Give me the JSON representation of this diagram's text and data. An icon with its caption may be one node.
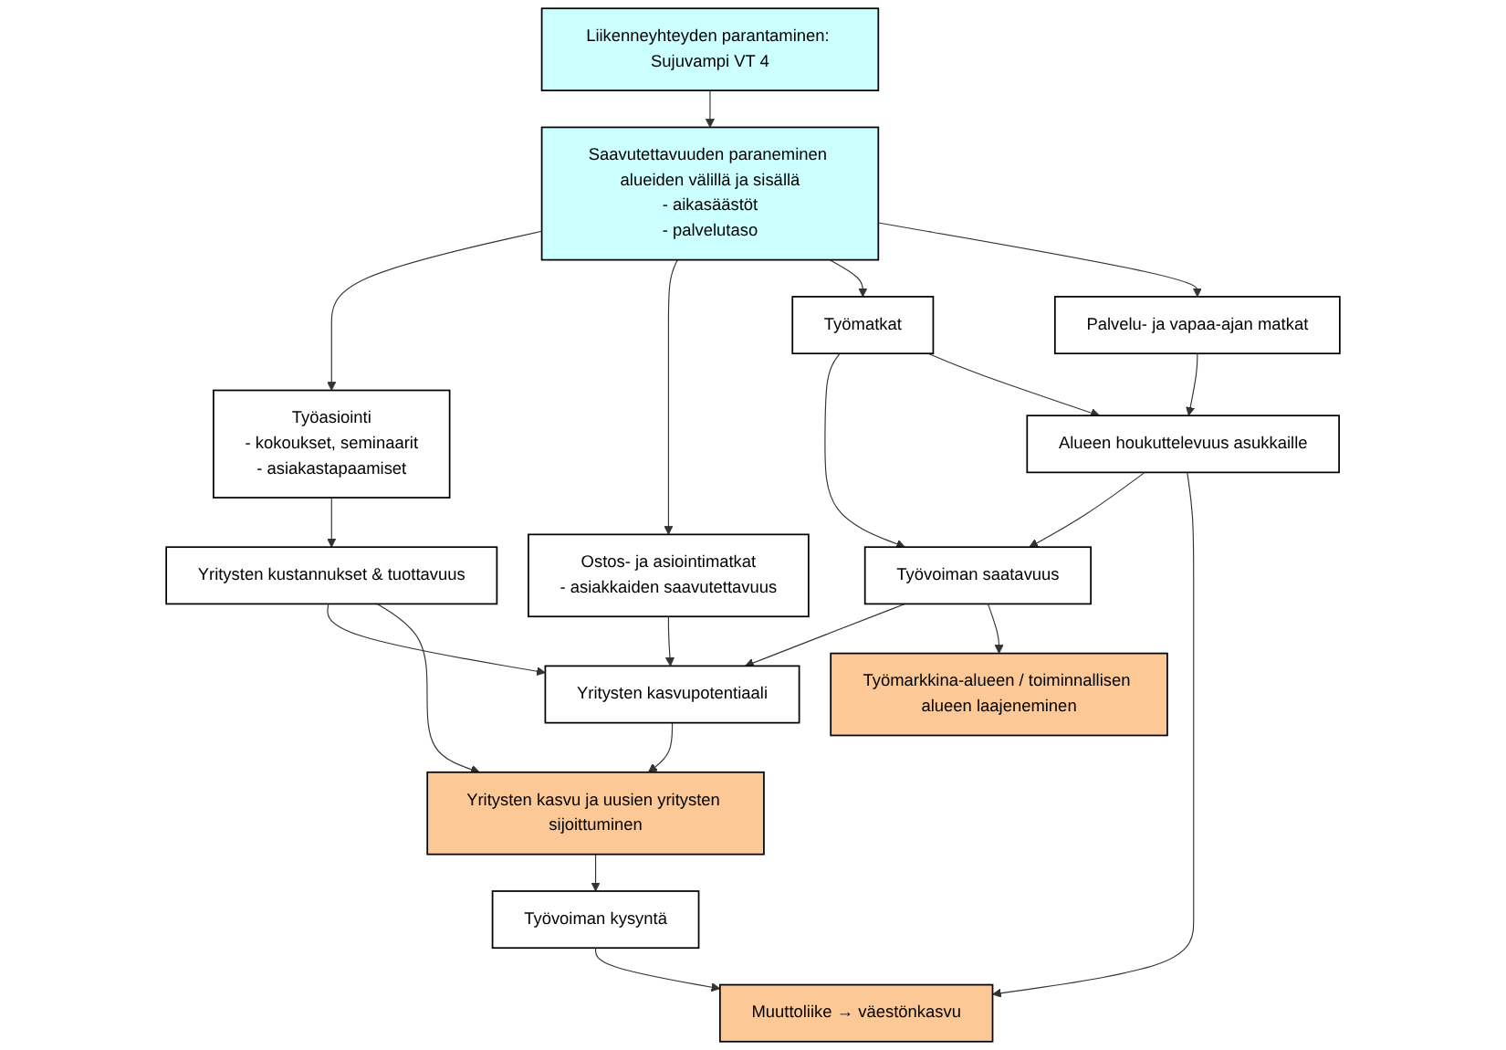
{
  "diagram": {
    "nodes": [
      {
        "text": [
          "Liikenneyhteyden parantaminen: Sujuvampi VT 4"
        ]
      },
      {
        "text": [
          "Saavutettavuuden paraneminen alueiden välillä ja sisällä",
          "- aikasäästöt",
          "- palvelutaso"
        ]
      },
      {
        "text": [
          "Työasiointi",
          "- kokoukset, seminaarit",
          "- asiakastapaamiset"
        ]
      },
      {
        "text": [
          "Ostos- ja asiointimatkat",
          "- asiakkaiden saavutettavuus"
        ]
      },
      {
        "text": [
          "Työmatkat"
        ]
      },
      {
        "text": [
          "Palvelu- ja vapaa-ajan matkat"
        ]
      },
      {
        "text": [
          "Yritysten kustannukset & tuottavuus"
        ]
      },
      {
        "text": [
          "Yritysten kasvupotentiaali"
        ]
      },
      {
        "text": [
          "Työvoiman saatavuus"
        ]
      },
      {
        "text": [
          "Alueen houkuttelevuus asukkaille"
        ]
      },
      {
        "text": [
          "Yritysten kasvu ja uusien yritysten sijoittuminen"
        ]
      },
      {
        "text": [
          "Työvoiman kysyntä"
        ]
      },
      {
        "text": [
          "Työmarkkina-alueen / toiminnallisen alueen laajeneminen"
        ]
      },
      {
        "text": [
          "Muuttoliike → väestönkasvu"
        ]
      }
    ],
    "edges": [
      {
        "from": 0,
        "to": 1,
        "arrow": "to"
      },
      {
        "from": 1,
        "to": 2,
        "arrow": "to"
      },
      {
        "from": 1,
        "to": 3,
        "arrow": "to"
      },
      {
        "from": 1,
        "to": 4,
        "arrow": "to"
      },
      {
        "from": 1,
        "to": 5,
        "arrow": "to"
      },
      {
        "from": 2,
        "to": 6,
        "arrow": "to"
      },
      {
        "from": 3,
        "to": 7,
        "arrow": "to"
      },
      {
        "from": 4,
        "to": 8,
        "arrow": "to"
      },
      {
        "from": 4,
        "to": 9,
        "arrow": "to"
      },
      {
        "from": 5,
        "to": 9,
        "arrow": "to"
      },
      {
        "from": 6,
        "to": 7,
        "arrow": "to"
      },
      {
        "from": 8,
        "to": 7,
        "arrow": "to"
      },
      {
        "from": 9,
        "to": 8,
        "arrow": "to"
      },
      {
        "from": 6,
        "to": 10,
        "arrow": "to"
      },
      {
        "from": 7,
        "to": 10,
        "arrow": "to"
      },
      {
        "from": 8,
        "to": 12,
        "arrow": "to"
      },
      {
        "from": 9,
        "to": 13,
        "arrow": "to"
      },
      {
        "from": 10,
        "to": 11,
        "arrow": "to"
      },
      {
        "from": 11,
        "to": 13,
        "arrow": "to"
      }
    ]
  }
}
